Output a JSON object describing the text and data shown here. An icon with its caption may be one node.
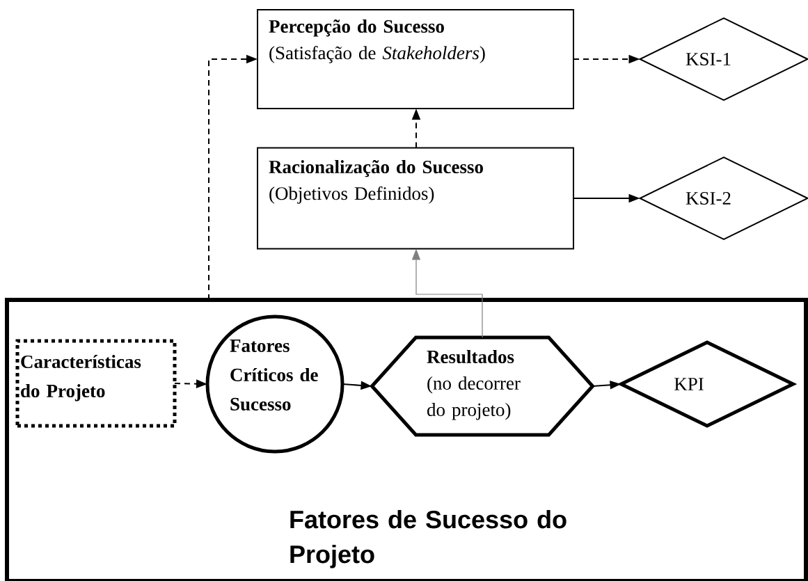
{
  "diagram": {
    "nodes": [
      {
        "text": [
          "Fatores de Sucesso do Projeto"
        ]
      },
      {
        "text": [
          "Percepção do Sucesso",
          "(Satisfação de *Stakeholders*)"
        ]
      },
      {
        "text": [
          "KSI-1"
        ]
      },
      {
        "text": [
          "Racionalização do Sucesso",
          "(Objetivos Definidos)"
        ]
      },
      {
        "text": [
          "KSI-2"
        ]
      },
      {
        "text": [
          "Características do Projeto"
        ],
        "in": 0
      },
      {
        "text": [
          "Fatores Críticos de Sucesso"
        ],
        "in": 0
      },
      {
        "text": [
          "Resultados",
          "(no decorrer do projeto)"
        ],
        "in": 0
      },
      {
        "text": [
          "KPI"
        ],
        "in": 0
      }
    ],
    "edges": [
      {
        "from": 0,
        "to": 1,
        "arrow": "to",
        "style": "dashed"
      },
      {
        "from": 1,
        "to": 2,
        "arrow": "to",
        "style": "dashed"
      },
      {
        "from": 3,
        "to": 1,
        "arrow": "to",
        "style": "dashed"
      },
      {
        "from": 3,
        "to": 4,
        "arrow": "to"
      },
      {
        "from": 7,
        "to": 3,
        "arrow": "to",
        "color": "#808080"
      },
      {
        "from": 5,
        "to": 6,
        "arrow": "to",
        "style": "dashed"
      },
      {
        "from": 6,
        "to": 7,
        "arrow": "to"
      },
      {
        "from": 7,
        "to": 8,
        "arrow": "to"
      }
    ]
  }
}
